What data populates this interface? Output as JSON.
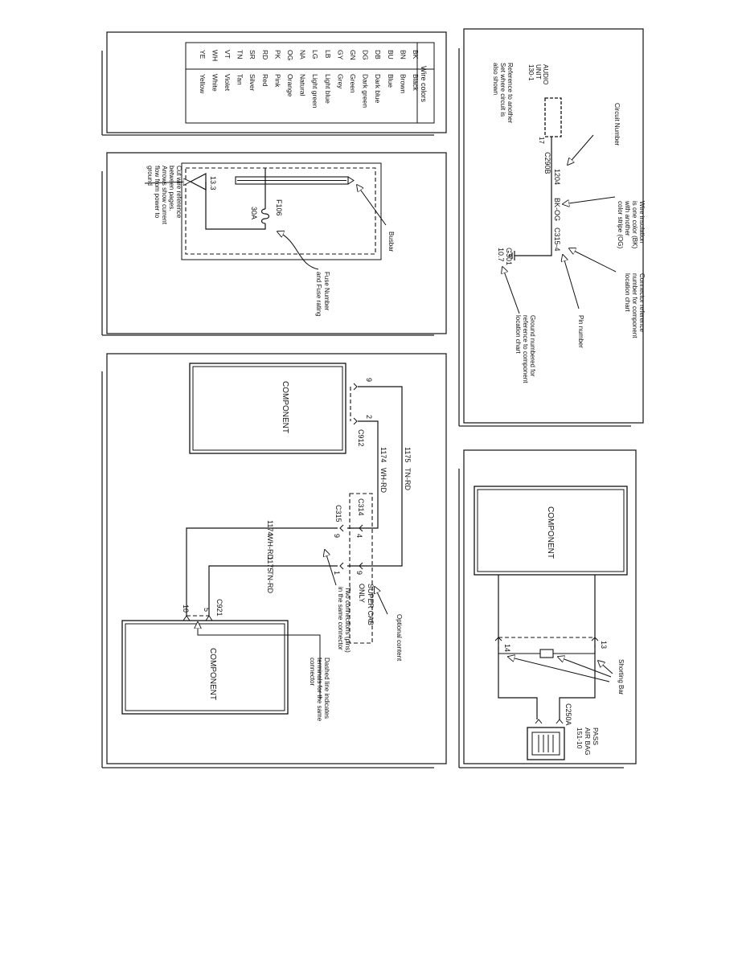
{
  "wire_colors": {
    "heading": "Wire colors",
    "rows": [
      {
        "code": "BK",
        "name": "Black"
      },
      {
        "code": "BN",
        "name": "Brown"
      },
      {
        "code": "BU",
        "name": "Blue"
      },
      {
        "code": "DB",
        "name": "Dark blue"
      },
      {
        "code": "DG",
        "name": "Dark green"
      },
      {
        "code": "GN",
        "name": "Green"
      },
      {
        "code": "GY",
        "name": "Grey"
      },
      {
        "code": "LB",
        "name": "Light blue"
      },
      {
        "code": "LG",
        "name": "Light green"
      },
      {
        "code": "NA",
        "name": "Natural"
      },
      {
        "code": "OG",
        "name": "Orange"
      },
      {
        "code": "PK",
        "name": "Pink"
      },
      {
        "code": "RD",
        "name": "Red"
      },
      {
        "code": "SR",
        "name": "Silver"
      },
      {
        "code": "TN",
        "name": "Tan"
      },
      {
        "code": "VT",
        "name": "Violet"
      },
      {
        "code": "WH",
        "name": "White"
      },
      {
        "code": "YE",
        "name": "Yellow"
      }
    ]
  },
  "busbar": {
    "busbar_label": "Busbar",
    "ref_num": "13.3",
    "fuse_id": "F106",
    "fuse_rating": "30A",
    "fuse_caption": [
      "Fuse Number",
      "and Fuse rating"
    ],
    "cut_caption": [
      "Cut wire reference",
      "between pages.",
      "Arrows show current",
      "flow from power to",
      "ground"
    ]
  },
  "circuit_panel": {
    "unit": [
      "AUDIO",
      "UNIT",
      "130-1"
    ],
    "ref_caption": [
      "Reference to another",
      "Set where circuit is",
      "also shown"
    ],
    "connector": "C290B",
    "pin_left": "17",
    "circuit_number_caption": "Circuit Number",
    "circuit": "1204",
    "color": "BK-OG",
    "connector_pin": "C315-4",
    "ground": "G301",
    "ground_ref": "10.7",
    "insulation_caption": [
      "Wire insulation",
      "is one color (BK)",
      "with another",
      "color stripe (OG)"
    ],
    "connector_ref_caption": [
      "Connector reference",
      "number for component",
      "location chart"
    ],
    "pin_caption": "Pin number",
    "ground_caption": [
      "Ground numbered for",
      "reference to component",
      "location chart"
    ]
  },
  "connection_panel": {
    "component_label": "COMPONENT",
    "c912": "C912",
    "pin_9_top": "9",
    "pin_2_top": "2",
    "w1175": "1175",
    "w1175_color": "TN-RD",
    "w1174": "1174",
    "w1174_color": "WH-RD",
    "c314": "C314",
    "c315": "C315",
    "pin_4": "4",
    "pin_9_mid": "9",
    "pin_9_left": "9",
    "pin_1": "1",
    "wire_1174": "1174",
    "wire_1174_color": "WH-RD",
    "wire_1175": "1175",
    "wire_1175_color": "TN-RD",
    "super_cab": [
      "SUPER CAB",
      "ONLY"
    ],
    "optional_caption": [
      "Optional content"
    ],
    "two_conn_caption": [
      "Two connections (pins)",
      "in the same connector"
    ],
    "c921": "C921",
    "pin_10": "10",
    "pin_5": "5",
    "dashed_caption": [
      "Dashed line indicates",
      "terminals for the same",
      "connector"
    ]
  },
  "airbag_panel": {
    "component_label": "COMPONENT",
    "shorting_bar_caption": "Shorting Bar",
    "pin_13": "13",
    "pin_14": "14",
    "connector": "C250A",
    "pass_airbag": [
      "PASS",
      "AIR BAG",
      "151-10"
    ]
  }
}
